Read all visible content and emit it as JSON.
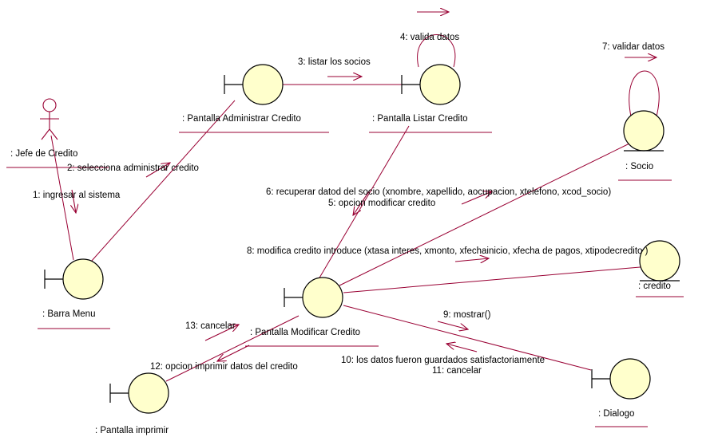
{
  "colors": {
    "line": "#990033",
    "object_fill": "#ffffcc",
    "object_stroke": "#000000",
    "text": "#000000",
    "background": "#ffffff"
  },
  "objects": {
    "jefe": {
      "label": ": Jefe de Credito",
      "kind": "actor"
    },
    "barra": {
      "label": ": Barra Menu",
      "kind": "boundary"
    },
    "pantalla_admin": {
      "label": ": Pantalla Administrar Credito",
      "kind": "boundary"
    },
    "pantalla_listar": {
      "label": ": Pantalla Listar Credito",
      "kind": "boundary"
    },
    "socio": {
      "label": ": Socio",
      "kind": "entity"
    },
    "credito": {
      "label": ": credito",
      "kind": "entity"
    },
    "pantalla_modificar": {
      "label": ": Pantalla Modificar Credito",
      "kind": "boundary"
    },
    "pantalla_imprimir": {
      "label": ": Pantalla imprimir",
      "kind": "boundary"
    },
    "dialogo": {
      "label": ": Dialogo",
      "kind": "boundary"
    }
  },
  "messages": {
    "m1": "1: ingresar al sistema",
    "m2": "2: selecciona administrar credito",
    "m3": "3: listar los socios",
    "m4": "4: valida datos",
    "m5": "5: opcion modificar credito",
    "m6": "6: recuperar datod del socio (xnombre, xapellido, aocupacion, xtelefono, xcod_socio)",
    "m7": "7: validar datos",
    "m8": "8: modifica credito introduce (xtasa interes, xmonto, xfechainicio, xfecha de pagos, xtipodecredito )",
    "m9": "9: mostrar()",
    "m10": "10: los datos fueron guardados satisfactoriamente",
    "m11": "11: cancelar",
    "m12": "12: opcion imprimir datos del credito",
    "m13": "13: cancelar"
  }
}
